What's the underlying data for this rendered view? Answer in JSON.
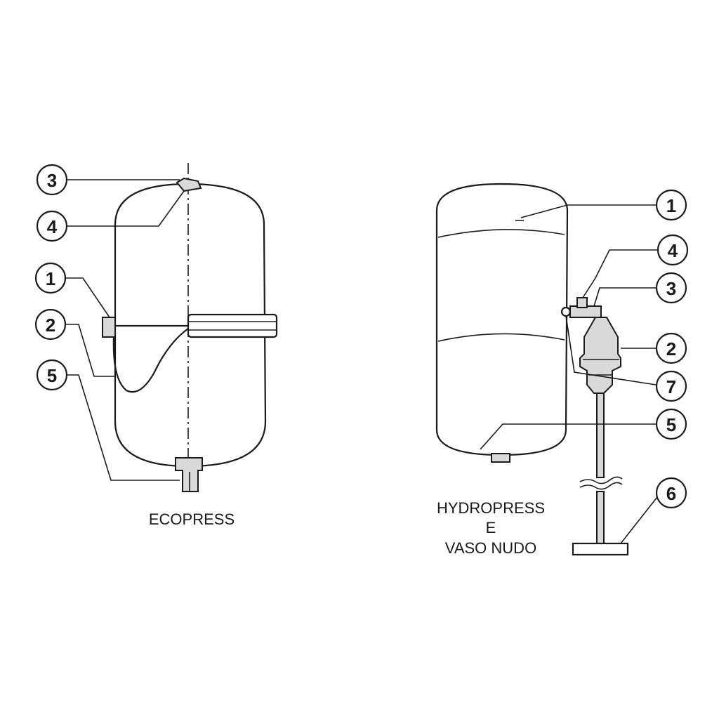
{
  "ecopress": {
    "caption": "ECOPRESS",
    "callouts": [
      "3",
      "4",
      "1",
      "2",
      "5"
    ]
  },
  "hydropress": {
    "caption_lines": [
      "HYDROPRESS",
      "E",
      "VASO NUDO"
    ],
    "callouts": [
      "1",
      "4",
      "3",
      "2",
      "7",
      "5",
      "6"
    ]
  }
}
